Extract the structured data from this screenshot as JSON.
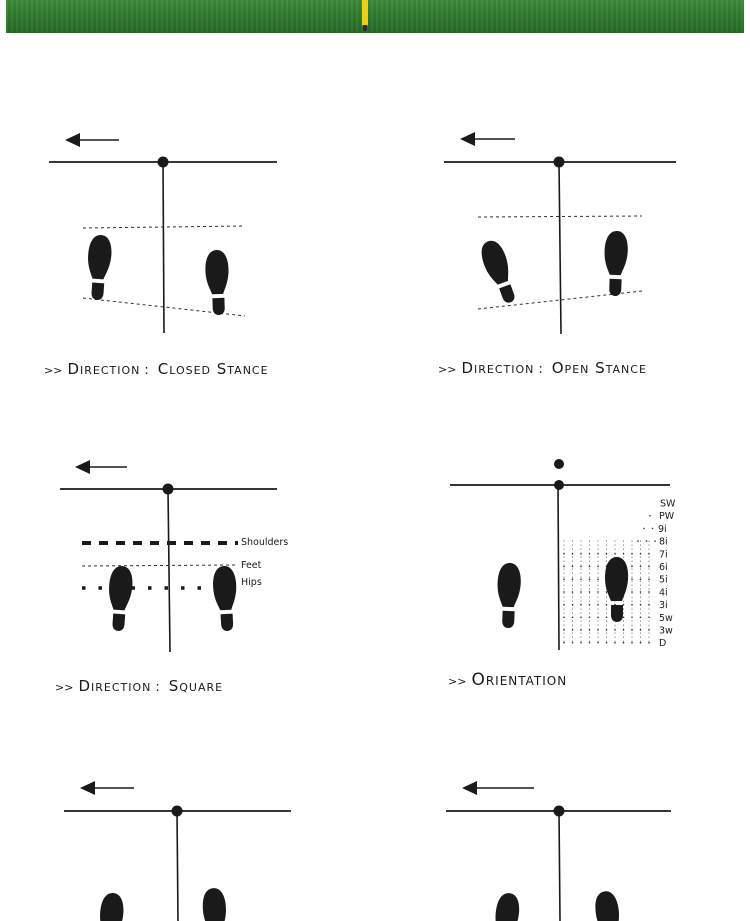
{
  "captions": {
    "closed": {
      "prefix": ">>",
      "label": "Direction",
      "sep": ":",
      "value": "Closed Stance"
    },
    "open": {
      "prefix": ">>",
      "label": "Direction",
      "sep": ":",
      "value": "Open Stance"
    },
    "square": {
      "prefix": ">>",
      "label": "Direction",
      "sep": ":",
      "value": "Square"
    },
    "orientation": {
      "prefix": ">>",
      "label": "Orientation"
    }
  },
  "square_labels": {
    "shoulders": "Shoulders",
    "feet": "Feet",
    "hips": "Hips"
  },
  "clubs": [
    "SW",
    "PW",
    "9i",
    "8i",
    "7i",
    "6i",
    "5i",
    "4i",
    "3i",
    "5w",
    "3w",
    "D"
  ],
  "colors": {
    "banner_green": "#2f7a2e",
    "tee_yellow": "#e9d11a",
    "ink": "#1a1a1a"
  },
  "icons": {
    "direction": "arrow-left-icon",
    "ball": "ball-icon",
    "foot": "footprint-icon"
  }
}
